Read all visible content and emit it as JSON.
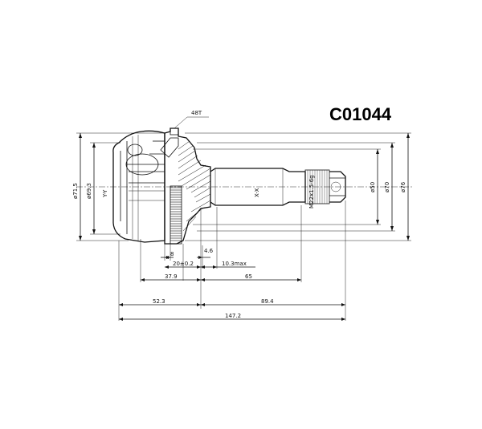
{
  "part_number": "C01044",
  "thread_spec": "M22x1.5-6g",
  "labels": {
    "spline_count": "48T",
    "section_x": "X-X",
    "section_y": "Y-Y"
  },
  "dims": {
    "d_outer": "ø71.5",
    "d_bell": "ø69.3",
    "d_50": "ø50",
    "d_70": "ø70",
    "d_76": "ø76",
    "l_8": "8",
    "l_4_6": "4.6",
    "l_20": "20±0.2",
    "l_10_3": "10.3max",
    "l_37_9": "37.9",
    "l_65": "65",
    "l_52_3": "52.3",
    "l_89_4": "89.4",
    "l_147_2": "147.2"
  }
}
